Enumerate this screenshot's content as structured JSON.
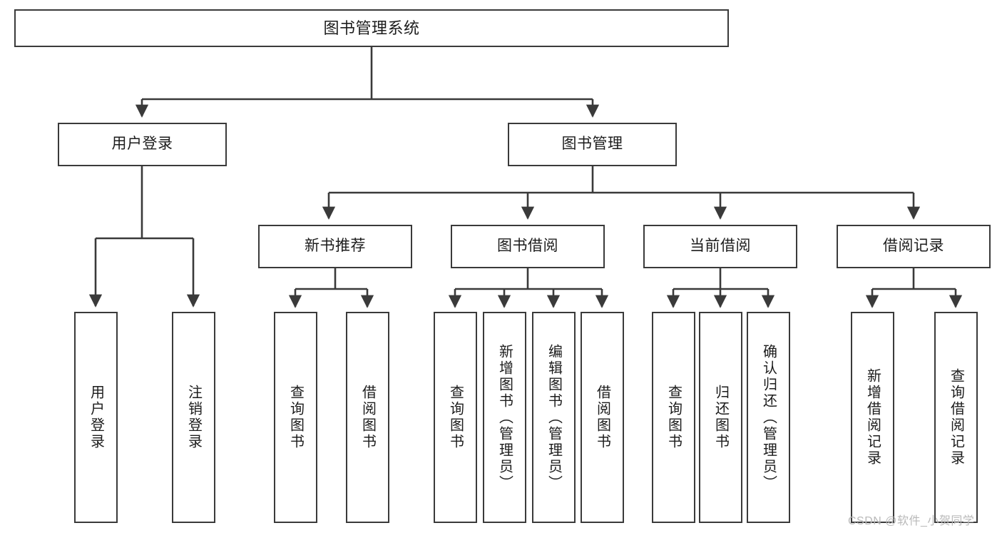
{
  "diagram": {
    "title": "图书管理系统",
    "type": "tree-hierarchy-flowchart",
    "line_color": "#3a3a3a",
    "text_color": "#1c1c1c",
    "background_color": "#ffffff",
    "nodes": {
      "root": {
        "label": "图书管理系统"
      },
      "user_login": {
        "label": "用户登录"
      },
      "book_manage": {
        "label": "图书管理"
      },
      "new_book_rec": {
        "label": "新书推荐"
      },
      "book_borrow": {
        "label": "图书借阅"
      },
      "current_borrow": {
        "label": "当前借阅"
      },
      "borrow_record": {
        "label": "借阅记录"
      },
      "leaf_user_login": {
        "label": "用户登录"
      },
      "leaf_logout": {
        "label": "注销登录"
      },
      "leaf_query_book_1": {
        "label": "查询图书"
      },
      "leaf_borrow_book_1": {
        "label": "借阅图书"
      },
      "leaf_query_book_2": {
        "label": "查询图书"
      },
      "leaf_add_book": {
        "label": "新增图书（管理员）"
      },
      "leaf_edit_book": {
        "label": "编辑图书（管理员）"
      },
      "leaf_borrow_book_2": {
        "label": "借阅图书"
      },
      "leaf_query_book_3": {
        "label": "查询图书"
      },
      "leaf_return_book": {
        "label": "归还图书"
      },
      "leaf_confirm_return": {
        "label": "确认归还（管理员）"
      },
      "leaf_add_record": {
        "label": "新增借阅记录"
      },
      "leaf_query_record": {
        "label": "查询借阅记录"
      }
    }
  },
  "watermark": {
    "text": "CSDN @软件_小贺同学"
  }
}
